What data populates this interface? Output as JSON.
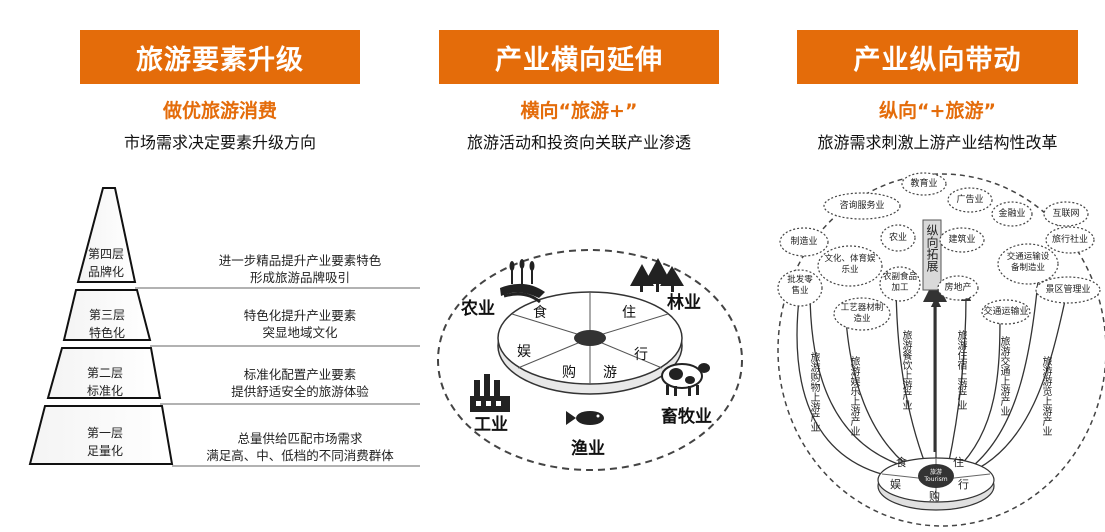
{
  "panels": [
    {
      "banner": "旅游要素升级",
      "subtitle": "做优旅游消费",
      "description": "市场需求决定要素升级方向"
    },
    {
      "banner": "产业横向延伸",
      "subtitle": "横向“旅游+”",
      "description": "旅游活动和投资向关联产业渗透"
    },
    {
      "banner": "产业纵向带动",
      "subtitle": "纵向“+旅游”",
      "description": "旅游需求刺激上游产业结构性改革"
    }
  ],
  "pyramid": {
    "levels": [
      {
        "label_a": "第四层",
        "label_b": "品牌化",
        "desc_a": "进一步精品提升产业要素特色",
        "desc_b": "形成旅游品牌吸引"
      },
      {
        "label_a": "第三层",
        "label_b": "特色化",
        "desc_a": "特色化提升产业要素",
        "desc_b": "突显地域文化"
      },
      {
        "label_a": "第二层",
        "label_b": "标准化",
        "desc_a": "标准化配置产业要素",
        "desc_b": "提供舒适安全的旅游体验"
      },
      {
        "label_a": "第一层",
        "label_b": "足量化",
        "desc_a": "总量供给匹配市场需求",
        "desc_b": "满足高、中、低档的不同消费群体"
      }
    ]
  },
  "wheel": {
    "segments": [
      "食",
      "住",
      "行",
      "游",
      "购",
      "娱"
    ],
    "industries": [
      "农业",
      "林业",
      "畜牧业",
      "渔业",
      "工业"
    ]
  },
  "tree": {
    "trunk_label": "纵向拓展",
    "clouds": [
      "教育业",
      "咨询服务业",
      "广告业",
      "金融业",
      "互联网",
      "制造业",
      "文化、体育娱乐业",
      "农业",
      "建筑业",
      "交通运输设备制造业",
      "旅行社业",
      "批发零售业",
      "工艺器材制造业",
      "农副食品加工",
      "房地产",
      "交通运输业",
      "景区管理业"
    ],
    "branches": [
      "旅游购物上游产业",
      "旅游娱乐上游产业",
      "旅游餐饮上游产业",
      "旅游住宿上游产业",
      "旅游交通上游产业",
      "旅游游览上游产业"
    ],
    "root": [
      "食",
      "住",
      "娱",
      "购",
      "行"
    ],
    "logo": "旅游 Tourism"
  }
}
